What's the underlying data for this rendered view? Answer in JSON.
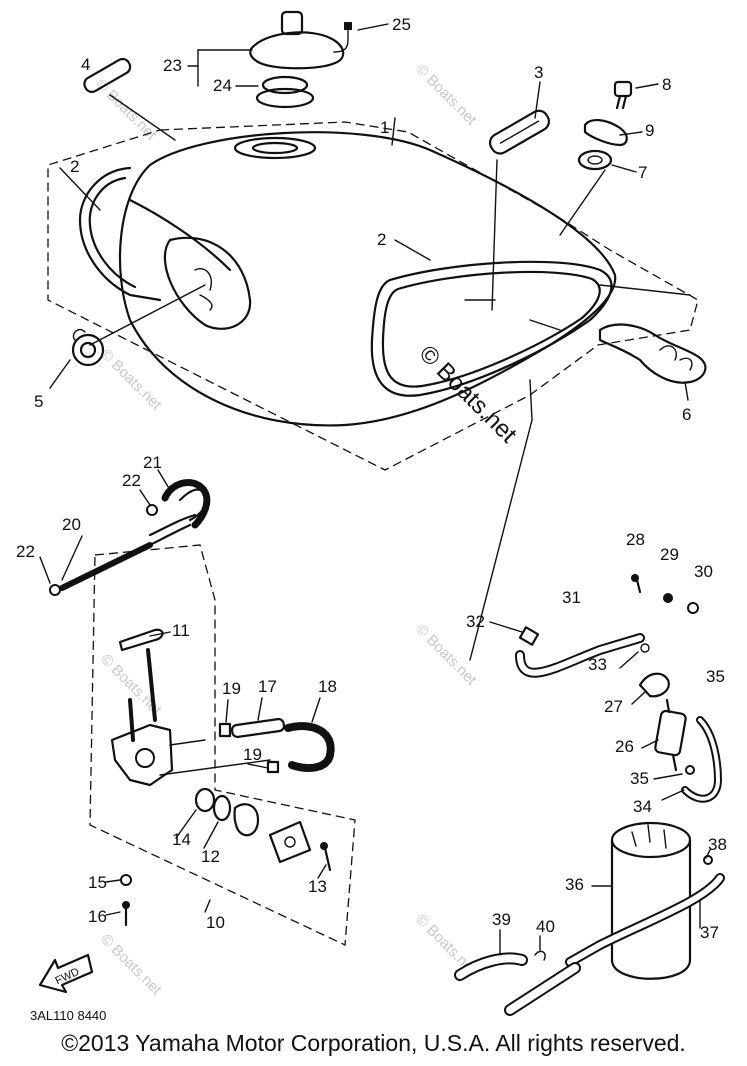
{
  "part_labels": [
    "1",
    "2",
    "2",
    "3",
    "4",
    "5",
    "6",
    "7",
    "8",
    "9",
    "10",
    "11",
    "12",
    "13",
    "14",
    "15",
    "16",
    "17",
    "18",
    "19",
    "19",
    "20",
    "21",
    "22",
    "22",
    "23",
    "24",
    "25",
    "26",
    "27",
    "28",
    "29",
    "30",
    "31",
    "32",
    "33",
    "34",
    "35",
    "35",
    "36",
    "37",
    "38",
    "39",
    "40"
  ],
  "diagram_code": "3AL110 8440",
  "fwd_label": "FWD",
  "watermark_main": "© Boats.net",
  "watermark_faint": "© Boats.net",
  "copyright": "©2013 Yamaha Motor Corporation, U.S.A. All rights reserved."
}
